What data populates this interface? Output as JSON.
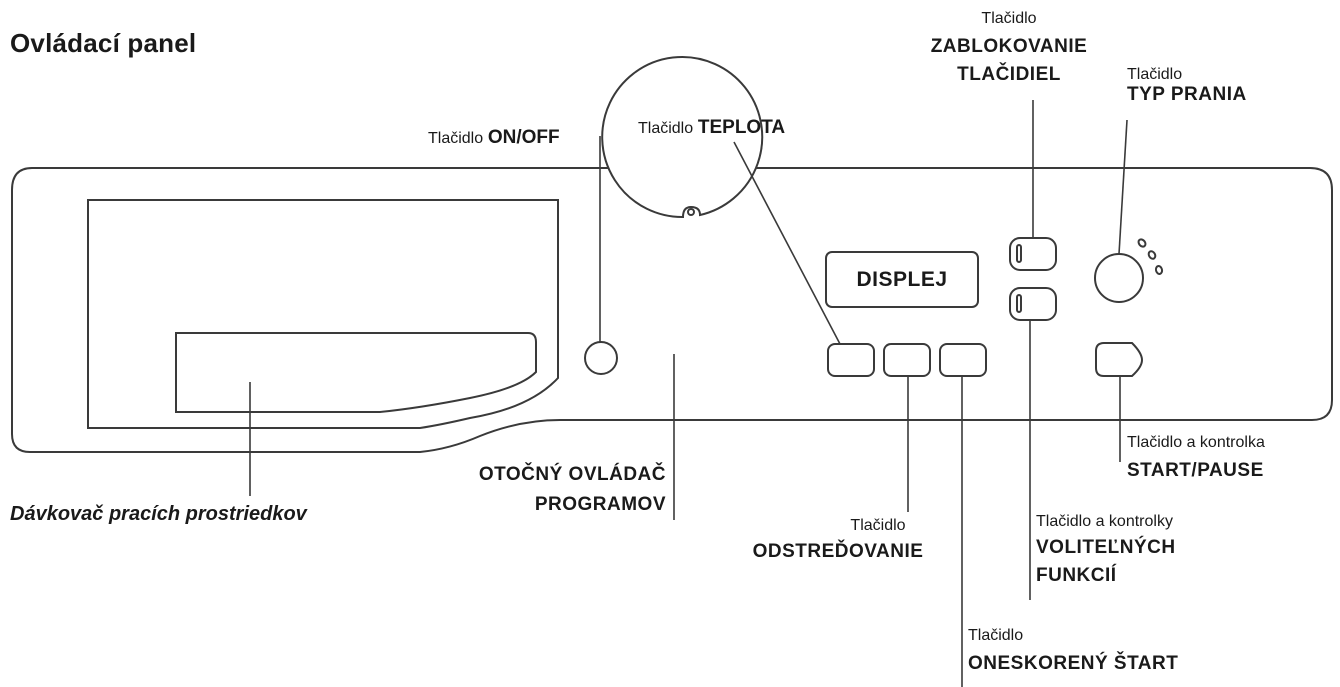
{
  "title": "Ovládací panel",
  "display_label": "DISPLEJ",
  "labels": {
    "on_off": {
      "prefix": "Tlačidlo",
      "name": "ON/OFF"
    },
    "teplota": {
      "prefix": "Tlačidlo",
      "name": "TEPLOTA"
    },
    "zablokovanie": {
      "prefix": "Tlačidlo",
      "name_line1": "ZABLOKOVANIE",
      "name_line2": "TLAČIDIEL"
    },
    "typ_prania": {
      "prefix": "Tlačidlo",
      "name": "TYP PRANIA"
    },
    "start_pause": {
      "prefix": "Tlačidlo a kontrolka",
      "name": "START/PAUSE"
    },
    "volitelne": {
      "prefix": "Tlačidlo a kontrolky",
      "name_line1": "VOLITEĽNÝCH",
      "name_line2": "FUNKCIÍ"
    },
    "oneskoreny": {
      "prefix": "Tlačidlo",
      "name": "ONESKORENÝ ŠTART"
    },
    "odstredovanie": {
      "prefix": "Tlačidlo",
      "name": "ODSTREĎOVANIE"
    },
    "otocny": {
      "name_line1": "OTOČNÝ OVLÁDAČ",
      "name_line2": "PROGRAMOV"
    },
    "davkovac": {
      "name": "Dávkovač pracích prostriedkov"
    }
  }
}
